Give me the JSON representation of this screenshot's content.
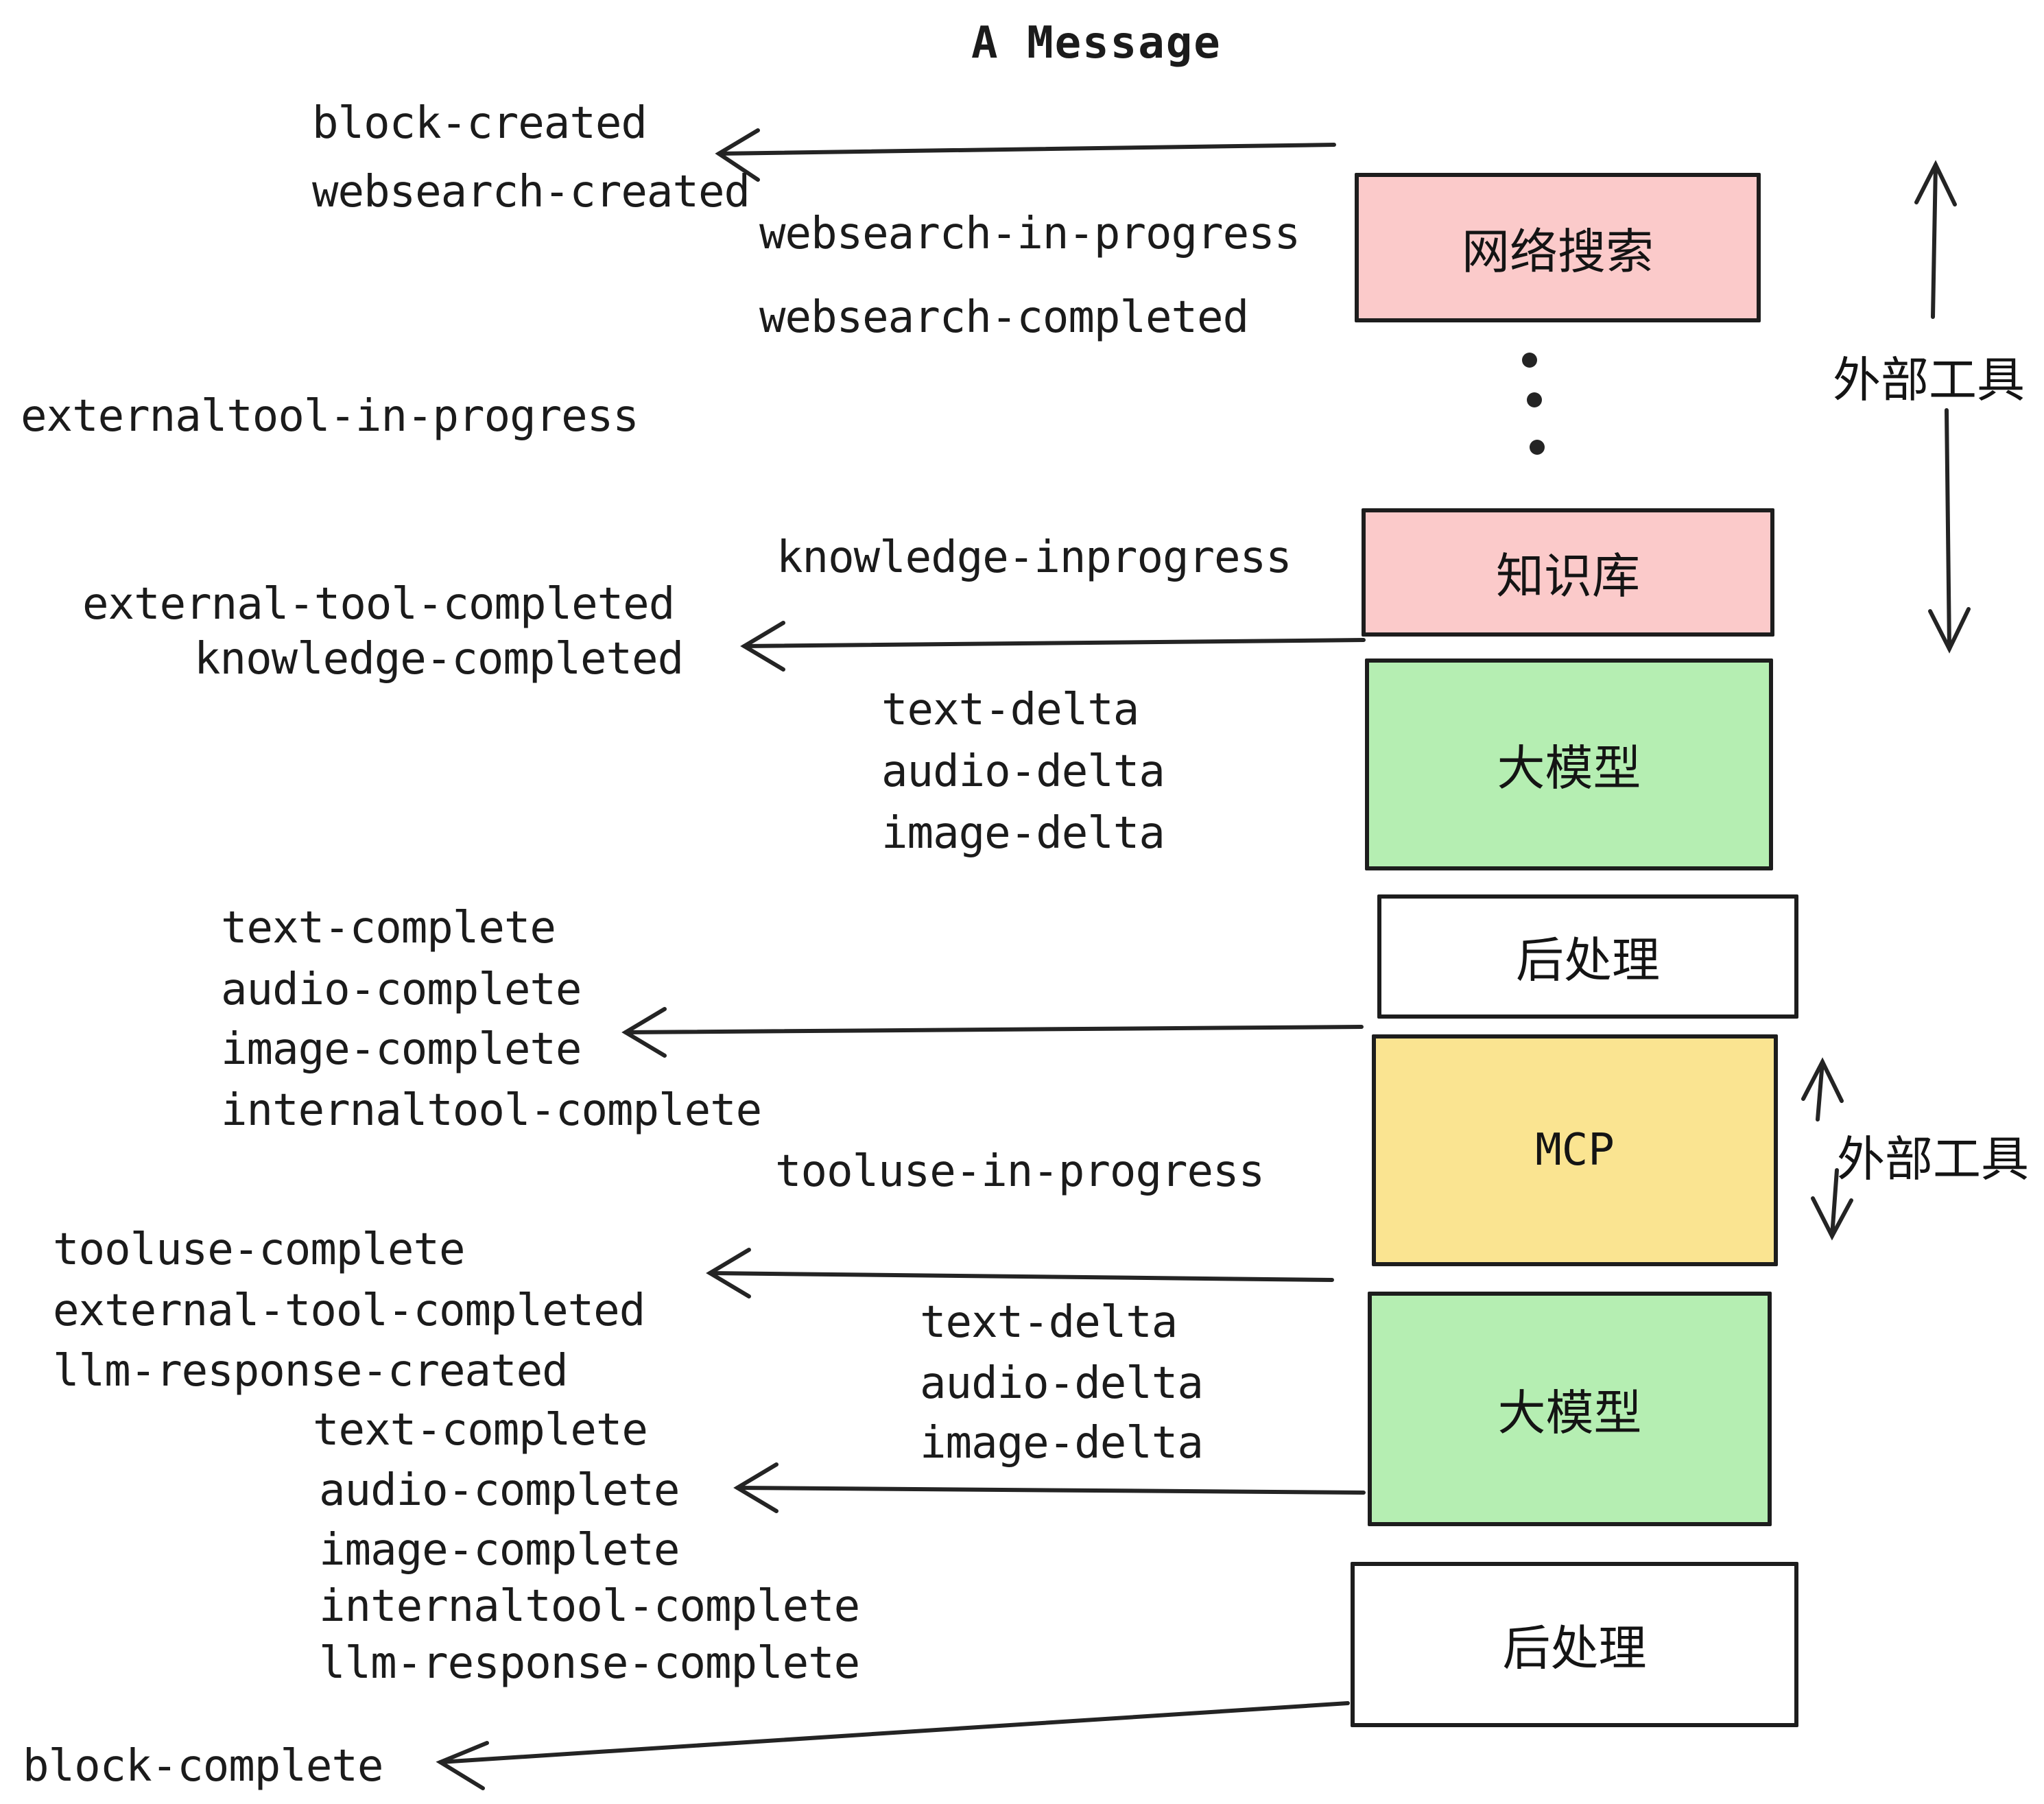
{
  "title": "A Message",
  "colors": {
    "pink": "#fbcaca",
    "green": "#b5eeb2",
    "yellow": "#fae491",
    "white": "#ffffff",
    "ink": "#1d1d1d"
  },
  "boxes": {
    "websearch": "网络搜索",
    "knowledge": "知识库",
    "llm_top": "大模型",
    "postprocess_top": "后处理",
    "mcp": "MCP",
    "llm_bottom": "大模型",
    "postprocess_bottom": "后处理"
  },
  "side_labels": {
    "external_tools_top": "外部工具",
    "external_tools_bottom": "外部工具"
  },
  "events": {
    "block_created": "block-created",
    "websearch_created": "websearch-created",
    "websearch_in_progress": "websearch-in-progress",
    "websearch_completed": "websearch-completed",
    "externaltool_in_progress": "externaltool-in-progress",
    "knowledge_inprogress": "knowledge-inprogress",
    "external_tool_completed_1": "external-tool-completed",
    "knowledge_completed": "knowledge-completed",
    "text_delta_1": "text-delta",
    "audio_delta_1": "audio-delta",
    "image_delta_1": "image-delta",
    "text_complete_1": "text-complete",
    "audio_complete_1": "audio-complete",
    "image_complete_1": "image-complete",
    "internaltool_complete_1": "internaltool-complete",
    "tooluse_in_progress": "tooluse-in-progress",
    "tooluse_complete": "tooluse-complete",
    "external_tool_completed_2": "external-tool-completed",
    "llm_response_created": "llm-response-created",
    "text_complete_2": "text-complete",
    "text_delta_2": "text-delta",
    "audio_delta_2": "audio-delta",
    "image_delta_2": "image-delta",
    "audio_complete_2": "audio-complete",
    "image_complete_2": "image-complete",
    "internaltool_complete_2": "internaltool-complete",
    "llm_response_complete": "llm-response-complete",
    "block_complete": "block-complete"
  }
}
